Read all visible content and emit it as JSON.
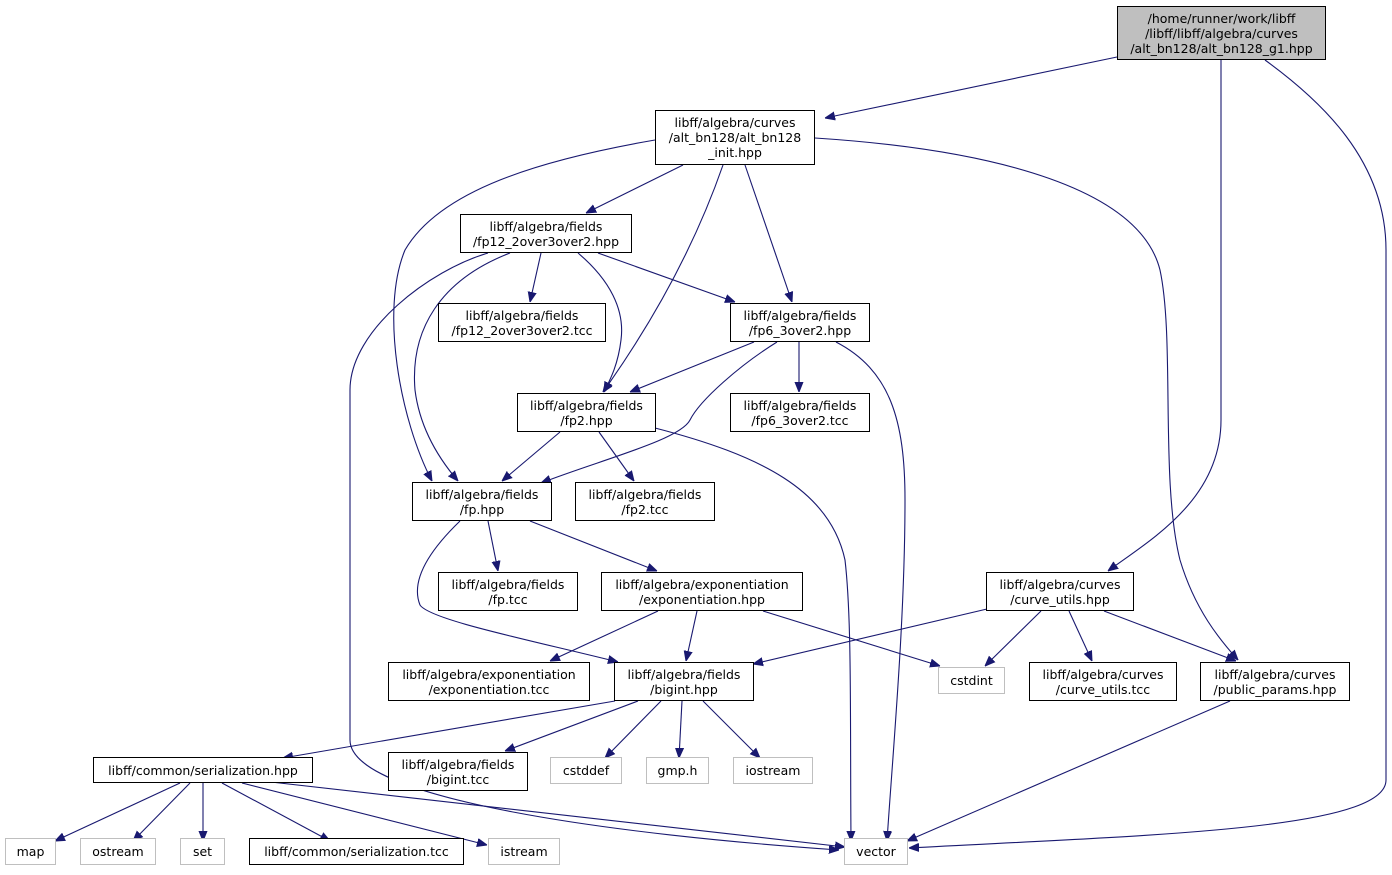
{
  "colors": {
    "edge": "#191970",
    "root_fill": "#bfbfbf",
    "local_border": "#000000",
    "system_border": "#bfbfbf"
  },
  "nodes": {
    "root": "/home/runner/work/libff\n/libff/libff/algebra/curves\n/alt_bn128/alt_bn128_g1.hpp",
    "init": "libff/algebra/curves\n/alt_bn128/alt_bn128\n_init.hpp",
    "fp12": "libff/algebra/fields\n/fp12_2over3over2.hpp",
    "fp12tcc": "libff/algebra/fields\n/fp12_2over3over2.tcc",
    "fp6": "libff/algebra/fields\n/fp6_3over2.hpp",
    "fp6tcc": "libff/algebra/fields\n/fp6_3over2.tcc",
    "fp2": "libff/algebra/fields\n/fp2.hpp",
    "fp2tcc": "libff/algebra/fields\n/fp2.tcc",
    "fp": "libff/algebra/fields\n/fp.hpp",
    "fptcc": "libff/algebra/fields\n/fp.tcc",
    "exp": "libff/algebra/exponentiation\n/exponentiation.hpp",
    "exptcc": "libff/algebra/exponentiation\n/exponentiation.tcc",
    "bigint": "libff/algebra/fields\n/bigint.hpp",
    "biginttcc": "libff/algebra/fields\n/bigint.tcc",
    "curveutils": "libff/algebra/curves\n/curve_utils.hpp",
    "curveutilstcc": "libff/algebra/curves\n/curve_utils.tcc",
    "pubparams": "libff/algebra/curves\n/public_params.hpp",
    "cstdint": "cstdint",
    "serial": "libff/common/serialization.hpp",
    "serialtcc": "libff/common/serialization.tcc",
    "cstddef": "cstddef",
    "gmp": "gmp.h",
    "iostream": "iostream",
    "map": "map",
    "ostream": "ostream",
    "set": "set",
    "istream": "istream",
    "vector": "vector"
  }
}
